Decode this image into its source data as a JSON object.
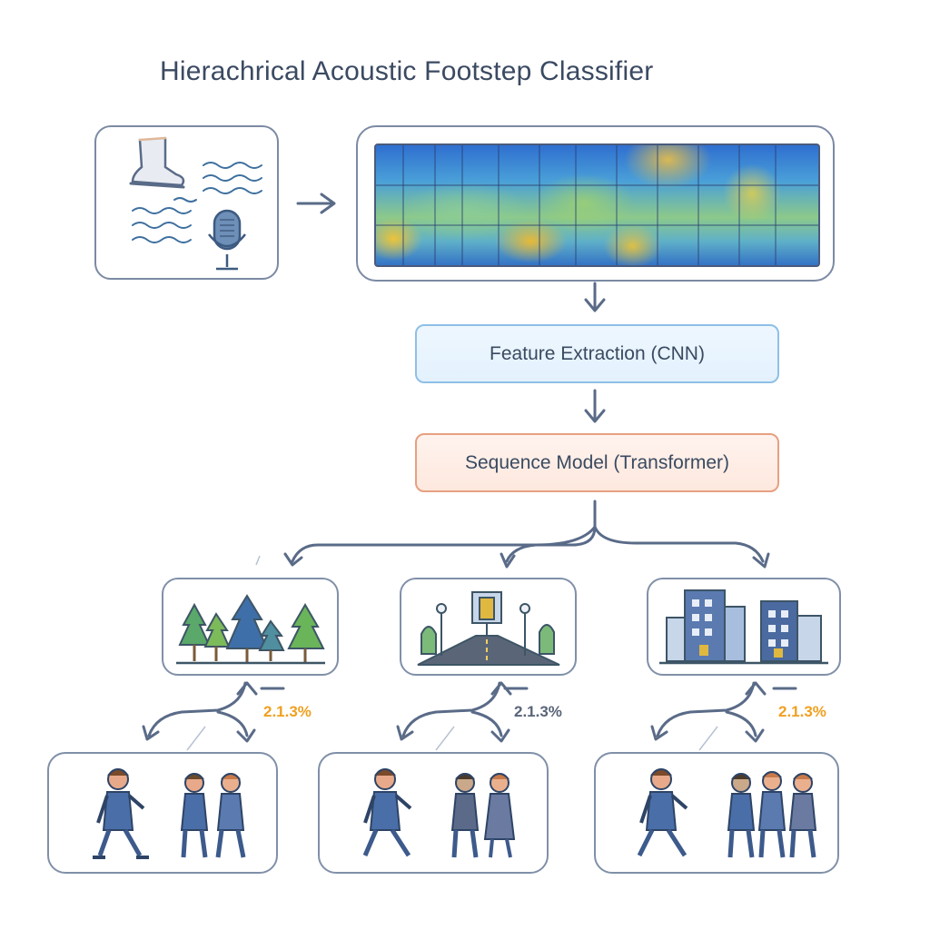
{
  "title": "Hierachrical Acoustic Footstep Classifier",
  "stages": {
    "cnn": "Feature Extraction (CNN)",
    "transformer": "Sequence Model (Transformer)"
  },
  "environments": [
    {
      "icon": "forest-icon"
    },
    {
      "icon": "street-icon"
    },
    {
      "icon": "city-buildings-icon"
    }
  ],
  "percentages": [
    "2.1.3%",
    "2.1.3%",
    "2.1.3%"
  ],
  "colors": {
    "accent_line": "#5a6b88",
    "cnn_border": "#8fc0e6",
    "transformer_border": "#e6a080",
    "pct_orange": "#f0a020",
    "pct_gray": "#5a6478"
  }
}
